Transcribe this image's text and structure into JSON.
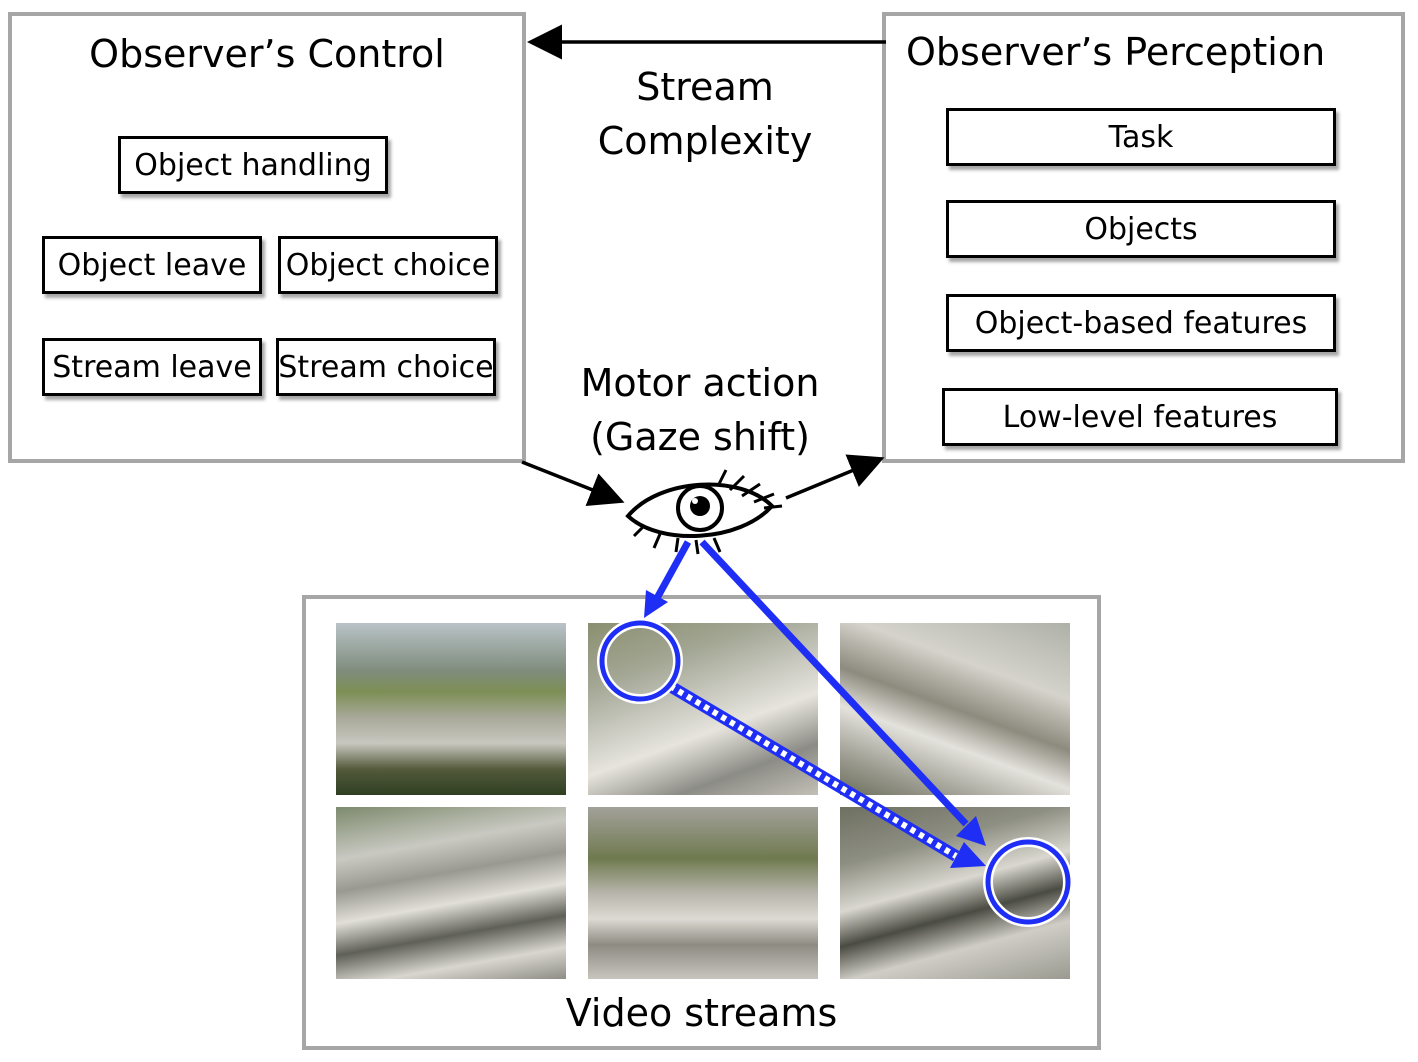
{
  "control": {
    "title": "Observer’s Control",
    "boxes": [
      "Object handling",
      "Object leave",
      "Object choice",
      "Stream leave",
      "Stream choice"
    ]
  },
  "perception": {
    "title": "Observer’s Perception",
    "boxes": [
      "Task",
      "Objects",
      "Object-based features",
      "Low-level features"
    ]
  },
  "center": {
    "complexity_line1": "Stream",
    "complexity_line2": "Complexity",
    "motor_line1": "Motor action",
    "motor_line2": "(Gaze shift)"
  },
  "video": {
    "title": "Video streams",
    "frame_count": 6
  },
  "colors": {
    "panel_border": "#a6a6a6",
    "arrow": "#000000",
    "gaze": "#1f2ef5"
  },
  "icons": {
    "eye": "eye-icon"
  }
}
